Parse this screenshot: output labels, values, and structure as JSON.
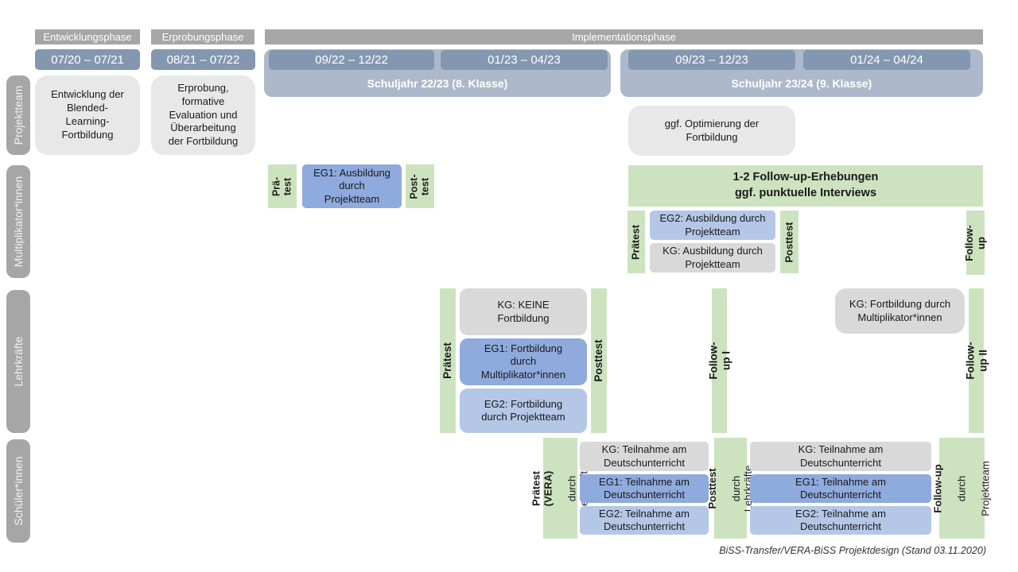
{
  "colors": {
    "phase_bar": "#a6a6a6",
    "sidebar": "#a6a6a6",
    "date_bar": "#8497b0",
    "school_year_band": "#adb9ca",
    "project_box_gray": "#e9e8e8",
    "control_group_gray": "#d9d9d9",
    "eg1_blue": "#8faadc",
    "eg2_blue": "#b4c7e7",
    "test_green": "#cde3c0"
  },
  "phases": {
    "entwicklung": "Entwicklungsphase",
    "erprobung": "Erprobungsphase",
    "implementation": "Implementationsphase"
  },
  "dates": {
    "d1": "07/20 – 07/21",
    "d2": "08/21 – 07/22",
    "d3": "09/22 – 12/22",
    "d4": "01/23 – 04/23",
    "d5": "09/23 – 12/23",
    "d6": "01/24 – 04/24"
  },
  "school_years": {
    "sj1": "Schuljahr 22/23 (8. Klasse)",
    "sj2": "Schuljahr 23/24 (9. Klasse)"
  },
  "row_labels": {
    "projektteam": "Projektteam",
    "multiplikatoren": "Multiplikator*innen",
    "lehrkraefte": "Lehrkräfte",
    "schueler": "Schüler*innen"
  },
  "projektteam": {
    "entwicklung_box": [
      "Entwicklung der",
      "Blended-",
      "Learning-",
      "Fortbildung"
    ],
    "erprobung_box": [
      "Erprobung,",
      "formative",
      "Evaluation und",
      "Überarbeitung",
      "der Fortbildung"
    ],
    "optimierung_box": [
      "ggf. Optimierung der",
      "Fortbildung"
    ]
  },
  "multiplikatoren": {
    "praetest1": [
      "Prä-",
      "test"
    ],
    "eg1": [
      "EG1: Ausbildung",
      "durch",
      "Projektteam"
    ],
    "posttest1": [
      "Post-",
      "test"
    ],
    "followup_bar": [
      "1-2 Follow-up-Erhebungen",
      "ggf. punktuelle Interviews"
    ],
    "praetest2": "Prätest",
    "eg2": [
      "EG2: Ausbildung durch",
      "Projektteam"
    ],
    "kg": [
      "KG: Ausbildung durch",
      "Projektteam"
    ],
    "posttest2": "Posttest",
    "followup": "Follow-up"
  },
  "lehrkraefte": {
    "praetest": "Prätest",
    "kg": [
      "KG: KEINE",
      "Fortbildung"
    ],
    "eg1": [
      "EG1: Fortbildung",
      "durch",
      "Multiplikator*innen"
    ],
    "eg2": [
      "EG2: Fortbildung",
      "durch Projektteam"
    ],
    "posttest": "Posttest",
    "followup1": "Follow-up I",
    "kg_fortbildung": [
      "KG: Fortbildung durch",
      "Multiplikator*innen"
    ],
    "followup2": "Follow-up II"
  },
  "schueler": {
    "praetest_bold": "Prätest (VERA)",
    "praetest_sub": "durch Lehrkräfte",
    "kg1": [
      "KG: Teilnahme am",
      "Deutschunterricht"
    ],
    "eg1_1": [
      "EG1: Teilnahme am",
      "Deutschunterricht"
    ],
    "eg2_1": [
      "EG2: Teilnahme am",
      "Deutschunterricht"
    ],
    "posttest_bold": "Posttest",
    "posttest_sub": "durch Lehrkräfte",
    "kg2": [
      "KG: Teilnahme am",
      "Deutschunterricht"
    ],
    "eg1_2": [
      "EG1: Teilnahme am",
      "Deutschunterricht"
    ],
    "eg2_2": [
      "EG2: Teilnahme am",
      "Deutschunterricht"
    ],
    "followup_bold": "Follow-up",
    "followup_sub1": "durch",
    "followup_sub2": "Projektteam"
  },
  "caption": "BiSS-Transfer/VERA-BiSS Projektdesign (Stand 03.11.2020)"
}
